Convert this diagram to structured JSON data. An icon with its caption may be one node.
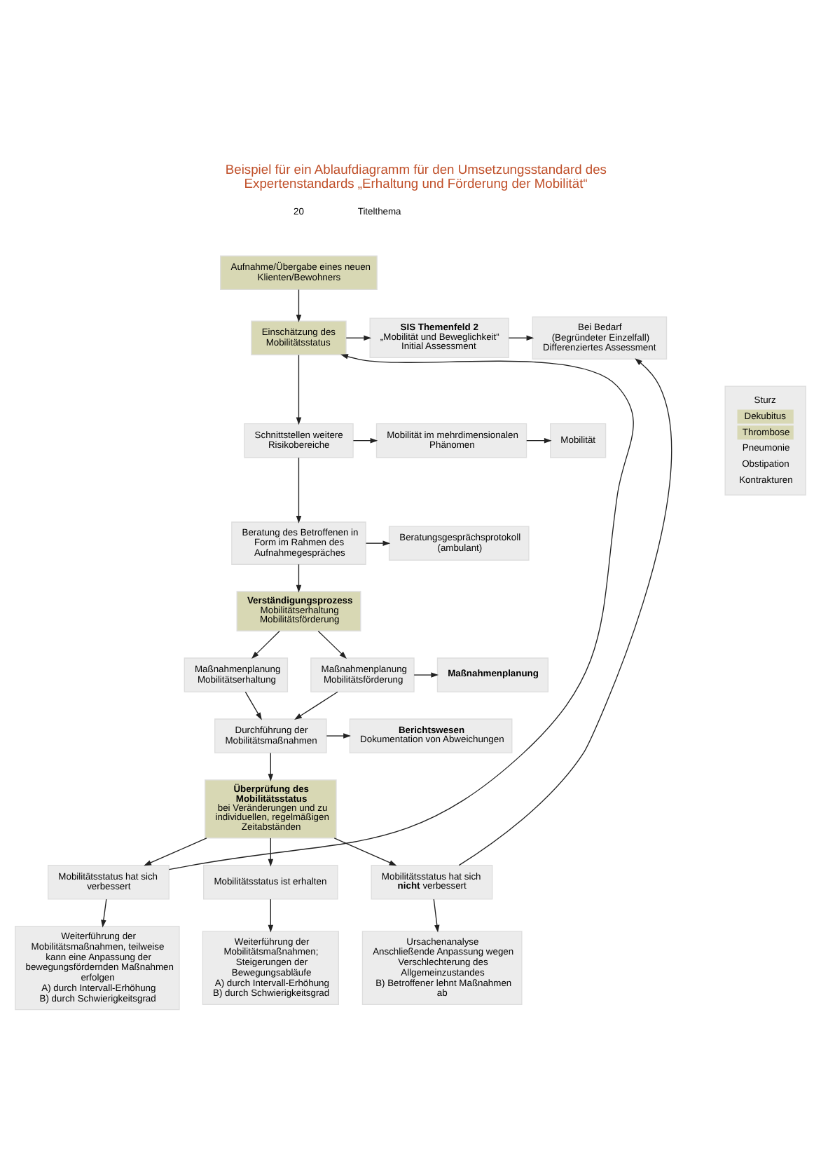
{
  "diagram": {
    "title": "Beispiel für ein Ablaufdiagramm für den Umsetzungsstandard des Expertenstandards „Erhaltung und Förderung der Mobilität“",
    "nodes": [
      {
        "text": [
          "Aufnahme/Übergabe eines neuen Klienten/Bewohners"
        ]
      },
      {
        "text": [
          "Einschätzung des Mobilitätsstatus"
        ]
      },
      {
        "text": [
          "SIS Themenfeld 2",
          "„Mobilität und Beweglichkeit“",
          "Initial Assessment"
        ]
      },
      {
        "text": [
          "Bei Bedarf",
          "(Begründeter Einzelfall)",
          "Differenziertes Assessment"
        ]
      },
      {
        "text": [
          "Schnittstellen weitere Risikobereiche"
        ]
      },
      {
        "text": [
          "Mobilität im mehrdimensionalen Phänomen"
        ]
      },
      {
        "text": [
          "Mobilität"
        ]
      },
      {
        "text": [
          "Sturz",
          "Dekubitus",
          "Thrombose",
          "Pneumonie",
          "Obstipation",
          "Kontrakturen"
        ]
      },
      {
        "text": [
          "Beratung des Betroffenen in Form im Rahmen des Aufnahmegespräches"
        ]
      },
      {
        "text": [
          "Beratungsgesprächsprotokoll (ambulant)"
        ]
      },
      {
        "text": [
          "Verständigungsprozess",
          "Mobilitätserhaltung",
          "Mobilitätsförderung"
        ]
      },
      {
        "text": [
          "Maßnahmenplanung Mobilitätserhaltung"
        ]
      },
      {
        "text": [
          "Maßnahmenplanung Mobilitätsförderung"
        ]
      },
      {
        "text": [
          "Maßnahmenplanung"
        ]
      },
      {
        "text": [
          "Durchführung der Mobilitätsmaßnahmen"
        ]
      },
      {
        "text": [
          "Berichtswesen",
          "Dokumentation von Abweichungen"
        ]
      },
      {
        "text": [
          "Überprüfung des Mobilitätsstatus",
          "bei Veränderungen und zu individuellen, regelmäßigen Zeitabständen"
        ]
      },
      {
        "text": [
          "Mobilitätsstatus hat sich verbessert"
        ]
      },
      {
        "text": [
          "Mobilitätsstatus ist erhalten"
        ]
      },
      {
        "text": [
          "Mobilitätsstatus hat sich **nicht** verbessert"
        ]
      },
      {
        "text": [
          "Weiterführung der Mobilitätsmaßnahmen, teilweise kann eine Anpassung der bewegungsfördernden Maßnahmen erfolgen",
          "A) durch Intervall-Erhöhung",
          "B) durch Schwierigkeitsgrad"
        ]
      },
      {
        "text": [
          "Weiterführung der Mobilitätsmaßnahmen; Steigerungen der Bewegungsabläufe",
          "A) durch Intervall-Erhöhung",
          "B) durch Schwierigkeitsgrad"
        ]
      },
      {
        "text": [
          "Ursachenanalyse",
          "Anschließende Anpassung wegen Verschlechterung des Allgemeinzustandes",
          "B) Betroffener lehnt Maßnahmen ab"
        ]
      }
    ],
    "edges": [
      {
        "from": 0,
        "to": 1,
        "arrow": "to"
      },
      {
        "from": 1,
        "to": 2,
        "arrow": "to"
      },
      {
        "from": 2,
        "to": 3,
        "arrow": "to"
      },
      {
        "from": 1,
        "to": 4,
        "arrow": "to"
      },
      {
        "from": 4,
        "to": 5,
        "arrow": "to"
      },
      {
        "from": 5,
        "to": 6,
        "arrow": "to"
      },
      {
        "from": 4,
        "to": 8,
        "arrow": "to"
      },
      {
        "from": 8,
        "to": 9,
        "arrow": "to"
      },
      {
        "from": 8,
        "to": 10,
        "arrow": "to"
      },
      {
        "from": 10,
        "to": 11,
        "arrow": "to"
      },
      {
        "from": 10,
        "to": 12,
        "arrow": "to"
      },
      {
        "from": 12,
        "to": 13,
        "arrow": "to"
      },
      {
        "from": 11,
        "to": 14,
        "arrow": "to"
      },
      {
        "from": 12,
        "to": 14,
        "arrow": "to"
      },
      {
        "from": 14,
        "to": 15,
        "arrow": "to"
      },
      {
        "from": 14,
        "to": 16,
        "arrow": "to"
      },
      {
        "from": 16,
        "to": 17,
        "arrow": "to"
      },
      {
        "from": 16,
        "to": 18,
        "arrow": "to"
      },
      {
        "from": 16,
        "to": 19,
        "arrow": "to"
      },
      {
        "from": 17,
        "to": 20,
        "arrow": "to"
      },
      {
        "from": 18,
        "to": 21,
        "arrow": "to"
      },
      {
        "from": 19,
        "to": 22,
        "arrow": "to"
      },
      {
        "from": 17,
        "to": 1,
        "arrow": "to"
      },
      {
        "from": 19,
        "to": 3,
        "arrow": "to"
      }
    ],
    "labels": [
      "20",
      "Titelthema"
    ]
  }
}
